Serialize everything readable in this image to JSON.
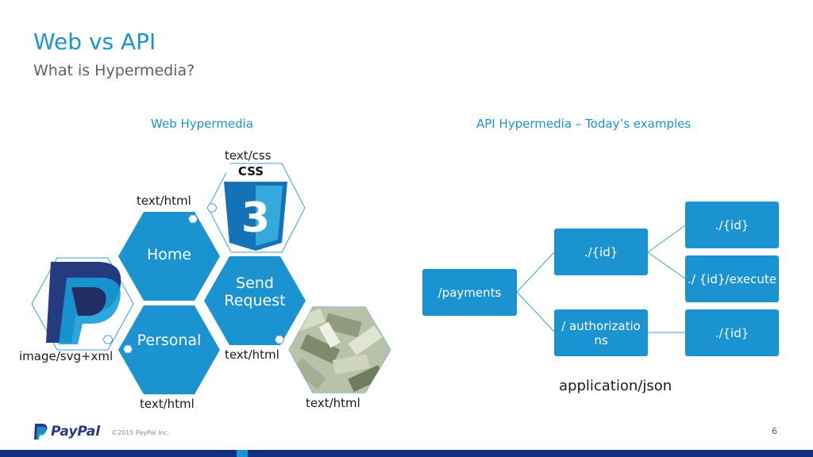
{
  "slide": {
    "title": "Web vs API",
    "subtitle": "What is Hypermedia?",
    "page_number": "6",
    "copyright": "©2015 PayPal Inc.",
    "logo_text": "PayPal"
  },
  "web": {
    "heading": "Web Hypermedia",
    "hexes": {
      "home": "Home",
      "send_request": "Send Request",
      "personal": "Personal"
    },
    "labels": {
      "css": "text/css",
      "home_html": "text/html",
      "send_html": "text/html",
      "personal_html": "text/html",
      "money_html": "text/html",
      "svg": "image/svg+xml"
    },
    "css_logo_text": "CSS",
    "css_logo_number": "3"
  },
  "api": {
    "heading": "API Hypermedia – Today’s examples",
    "root": "/payments",
    "id_node": "./{id}",
    "authorizations": "/ authorizations",
    "child_id": "./{id}",
    "child_execute": "./ {id}/execute",
    "auth_child": "./{id}",
    "media_type": "application/json"
  },
  "colors": {
    "accent": "#1b93d1",
    "navy": "#10307a",
    "hex_outline": "#3aa0d8"
  }
}
